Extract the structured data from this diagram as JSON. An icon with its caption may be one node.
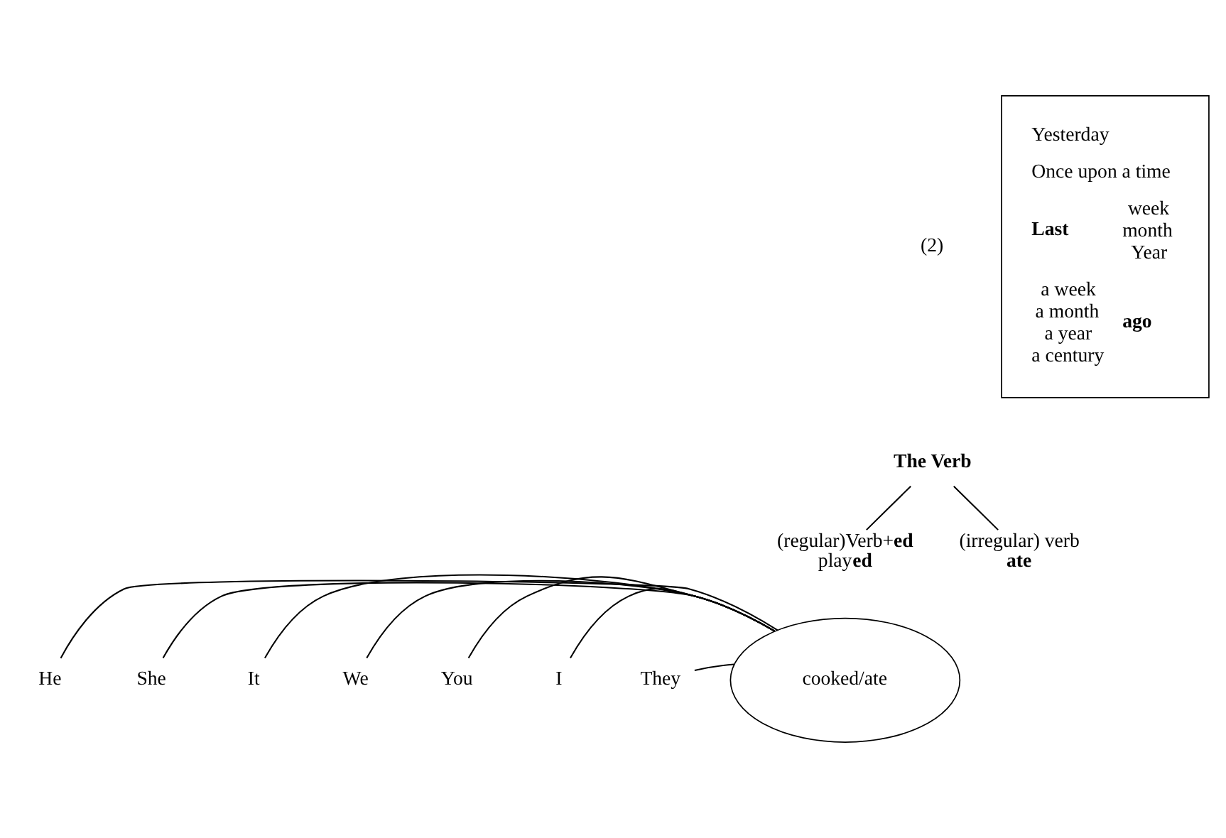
{
  "diagram": {
    "nodes": [
      {
        "text": [
          "The Verb"
        ]
      },
      {
        "text": [
          "(regular)Verb+**ed**",
          "play**ed**"
        ]
      },
      {
        "text": [
          "(irregular) verb",
          "ate"
        ]
      },
      {
        "text": [
          "cooked/ate"
        ]
      },
      {
        "text": [
          "We"
        ]
      },
      {
        "text": [
          "You"
        ]
      },
      {
        "text": [
          "I"
        ]
      },
      {
        "text": [
          "They"
        ]
      },
      {
        "text": [
          "He"
        ]
      },
      {
        "text": [
          "She"
        ]
      },
      {
        "text": [
          "It"
        ]
      },
      {
        "text": [
          "Yesterday",
          "Once upon a time",
          "Last",
          "week",
          "month",
          "Year",
          "a week",
          "a month",
          "a year",
          "a century",
          "ago"
        ]
      }
    ],
    "edges": [
      {
        "from": 0,
        "to": 1,
        "arrow": "none"
      },
      {
        "from": 0,
        "to": 2,
        "arrow": "none"
      },
      {
        "from": 4,
        "to": 3,
        "arrow": "none"
      },
      {
        "from": 5,
        "to": 3,
        "arrow": "none"
      },
      {
        "from": 6,
        "to": 3,
        "arrow": "none"
      },
      {
        "from": 7,
        "to": 3,
        "arrow": "none"
      },
      {
        "from": 8,
        "to": 3,
        "arrow": "none"
      },
      {
        "from": 9,
        "to": 3,
        "arrow": "none"
      },
      {
        "from": 10,
        "to": 3,
        "arrow": "none"
      }
    ],
    "labels": [
      "(2)"
    ]
  }
}
